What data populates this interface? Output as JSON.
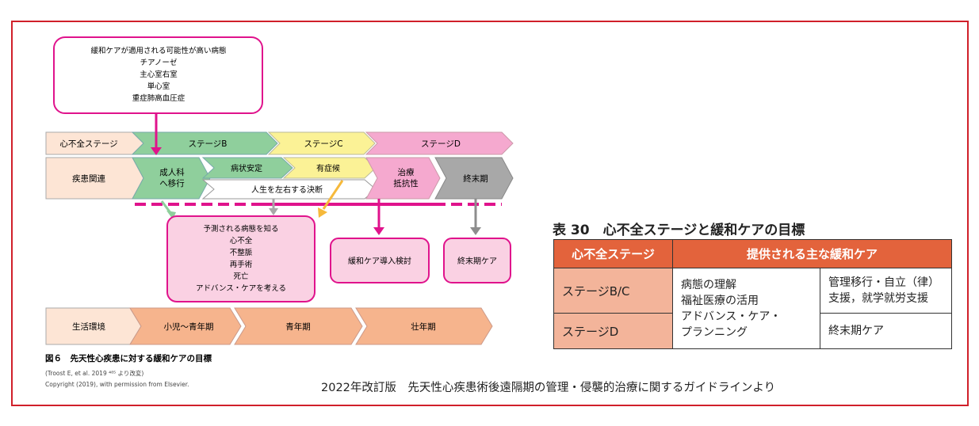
{
  "diagram": {
    "callout_top": [
      "緩和ケアが適用される可能性が高い病態",
      "チアノーゼ",
      "主心室右室",
      "単心室",
      "重症肺高血圧症"
    ],
    "stage_row": {
      "label": "心不全ステージ",
      "stage_b": "ステージB",
      "stage_c": "ステージC",
      "stage_d": "ステージD"
    },
    "disease_row": {
      "label": "疾患関連",
      "adult_transfer": [
        "成人科",
        "へ移行"
      ],
      "stable": "病状安定",
      "symptomatic": "有症候",
      "life_decision": "人生を左右する決断",
      "refractory": [
        "治療",
        "抵抗性"
      ],
      "end_stage": "終末期"
    },
    "callout_predict": [
      "予測される病態を知る",
      "心不全",
      "不整脈",
      "再手術",
      "死亡",
      "アドバンス・ケアを考える"
    ],
    "palliative_review": "緩和ケア導入検討",
    "end_of_life_care": "終末期ケア",
    "life_row": {
      "label": "生活環境",
      "child_youth": "小児〜青年期",
      "youth": "青年期",
      "adult": "壮年期"
    },
    "figure_caption": "図６　先天性心疾患に対する緩和ケアの目標",
    "citation": "(Troost E, et al. 2019 ⁴⁸⁵ より改変)",
    "copyright": "Copyright (2019), with permission from Elsevier.",
    "colors": {
      "magenta": "#e0138c",
      "green": "#8fcf9c",
      "yellow": "#fbf296",
      "pink": "#f5a9cf",
      "gray": "#a8a8a8",
      "peach": "#fde5d5",
      "orange": "#f6b48d",
      "light_pink": "#fad1e3"
    }
  },
  "table": {
    "title": "表 30　心不全ステージと緩和ケアの目標",
    "headers": [
      "心不全ステージ",
      "提供される主な緩和ケア"
    ],
    "rows": [
      {
        "stage": "ステージB/C",
        "care": "病態の理解",
        "care2": "福祉医療の活用",
        "goal": "管理移行・自立（律）",
        "goal2": "支援，就学就労支援"
      },
      {
        "stage": "ステージD",
        "care3": "アドバンス・ケア・",
        "care4": "プランニング",
        "goal": "終末期ケア"
      }
    ]
  },
  "source_note": "2022年改訂版　先天性心疾患術後遠隔期の管理・侵襲的治療に関するガイドラインより"
}
